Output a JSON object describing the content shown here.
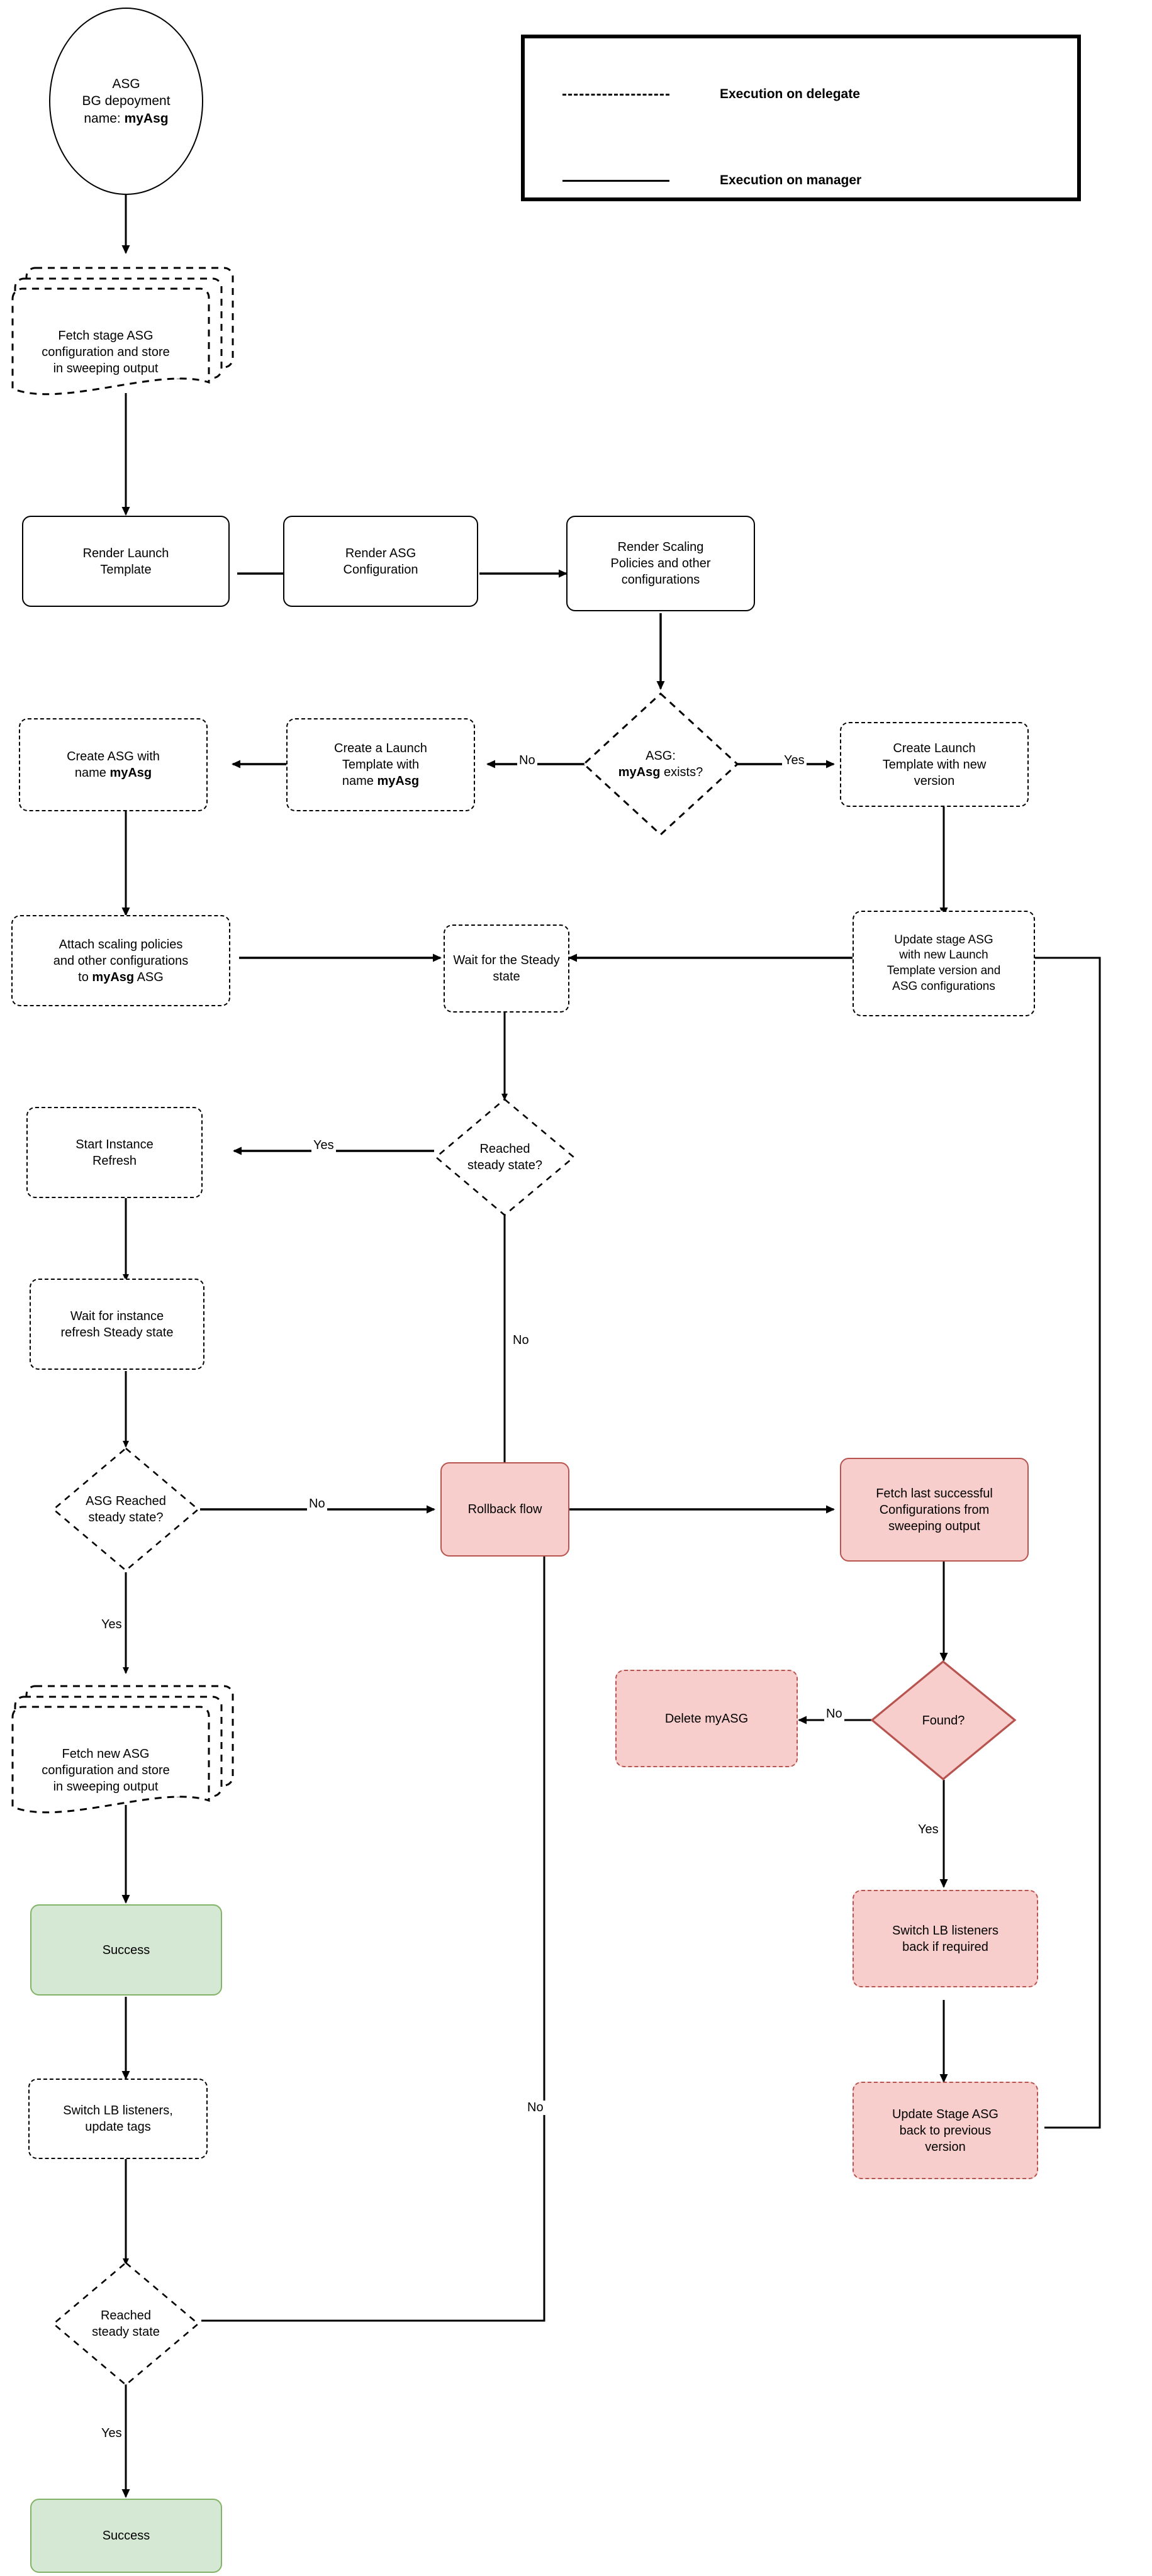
{
  "legend": {
    "rows": [
      {
        "style": "dashed",
        "label": "Execution on delegate"
      },
      {
        "style": "solid",
        "label": "Execution on manager"
      }
    ]
  },
  "nodes": {
    "start": {
      "line1": "ASG",
      "line2": "BG depoyment",
      "line3_prefix": "name: ",
      "line3_bold": "myAsg"
    },
    "fetch_stage": {
      "line1": "Fetch stage ASG",
      "line2": "configuration and store",
      "line3": "in sweeping output"
    },
    "render_lt": {
      "line1": "Render Launch",
      "line2": "Template"
    },
    "render_asg": {
      "line1": "Render ASG",
      "line2": "Configuration"
    },
    "render_scaling": {
      "line1": "Render Scaling",
      "line2": "Policies and other",
      "line3": "configurations"
    },
    "asg_exists": {
      "line1": "ASG:",
      "line2_bold": "myAsg",
      "line2_rest": " exists?"
    },
    "create_lt_new": {
      "line1": "Create Launch",
      "line2": "Template with new",
      "line3": "version"
    },
    "create_lt_myasg": {
      "line1": "Create a Launch",
      "line2": "Template with",
      "line3_prefix": "name ",
      "line3_bold": "myAsg"
    },
    "create_asg": {
      "line1": "Create ASG with",
      "line2_prefix": "name ",
      "line2_bold": "myAsg"
    },
    "attach_scaling": {
      "line1": "Attach scaling policies",
      "line2": "and other configurations",
      "line3_prefix": "to ",
      "line3_bold": "myAsg",
      "line3_suffix": " ASG"
    },
    "wait_steady": {
      "line1": "Wait for the Steady",
      "line2": "state"
    },
    "update_stage_asg": {
      "line1": "Update stage ASG",
      "line2": "with new Launch",
      "line3": "Template version and",
      "line4": "ASG configurations"
    },
    "reached_steady_1": {
      "line1": "Reached",
      "line2": "steady state?"
    },
    "start_refresh": {
      "line1": "Start Instance",
      "line2": "Refresh"
    },
    "wait_refresh": {
      "line1": "Wait for instance",
      "line2": "refresh Steady state"
    },
    "asg_reached": {
      "line1": "ASG Reached",
      "line2": "steady state?"
    },
    "rollback": {
      "line1": "Rollback flow"
    },
    "fetch_last": {
      "line1": "Fetch last successful",
      "line2": "Configurations from",
      "line3": "sweeping output"
    },
    "fetch_new": {
      "line1": "Fetch new ASG",
      "line2": "configuration and store",
      "line3": "in sweeping output"
    },
    "delete_myasg": {
      "line1": "Delete myASG"
    },
    "found": {
      "line1": "Found?"
    },
    "success_1": {
      "line1": "Success"
    },
    "switch_lb_tags": {
      "line1": "Switch LB listeners,",
      "line2": "update tags"
    },
    "switch_lb_back": {
      "line1": "Switch LB listeners",
      "line2": "back if required"
    },
    "update_prev": {
      "line1": "Update Stage ASG",
      "line2": "back to previous",
      "line3": "version"
    },
    "reached_steady_2": {
      "line1": "Reached",
      "line2": "steady state"
    },
    "success_2": {
      "line1": "Success"
    }
  },
  "edge_labels": {
    "no_exists": "No",
    "yes_exists": "Yes",
    "yes_reached_1": "Yes",
    "no_reached_1": "No",
    "no_asg_reached": "No",
    "yes_asg_reached": "Yes",
    "no_found": "No",
    "yes_found": "Yes",
    "no_reached_2": "No",
    "yes_reached_2": "Yes"
  },
  "colors": {
    "error_fill": "#f8cecc",
    "error_stroke": "#b85450",
    "success_fill": "#d5e8d4",
    "success_stroke": "#82b366",
    "line": "#000000",
    "background": "#ffffff"
  }
}
